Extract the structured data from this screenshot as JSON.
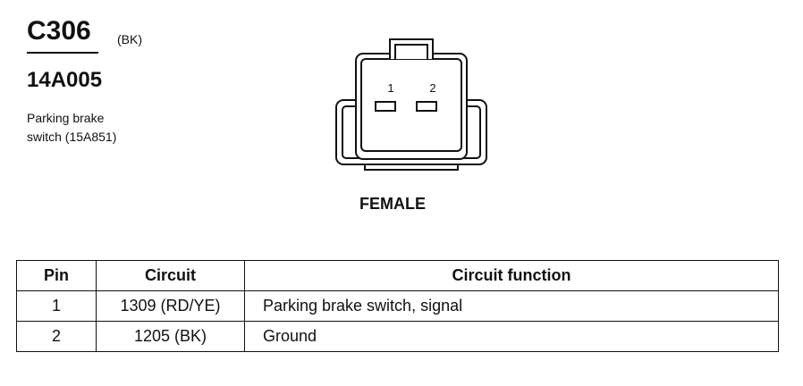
{
  "connector": {
    "id": "C306",
    "color_code": "(BK)",
    "part_number": "14A005",
    "description_lines": [
      "Parking brake",
      "switch (15A851)"
    ],
    "gender": "FEMALE",
    "pin_labels": [
      "1",
      "2"
    ]
  },
  "table": {
    "headers": {
      "pin": "Pin",
      "circuit": "Circuit",
      "function": "Circuit function"
    },
    "rows": [
      {
        "pin": "1",
        "circuit": "1309 (RD/YE)",
        "function": "Parking brake switch, signal"
      },
      {
        "pin": "2",
        "circuit": "1205 (BK)",
        "function": "Ground"
      }
    ]
  }
}
